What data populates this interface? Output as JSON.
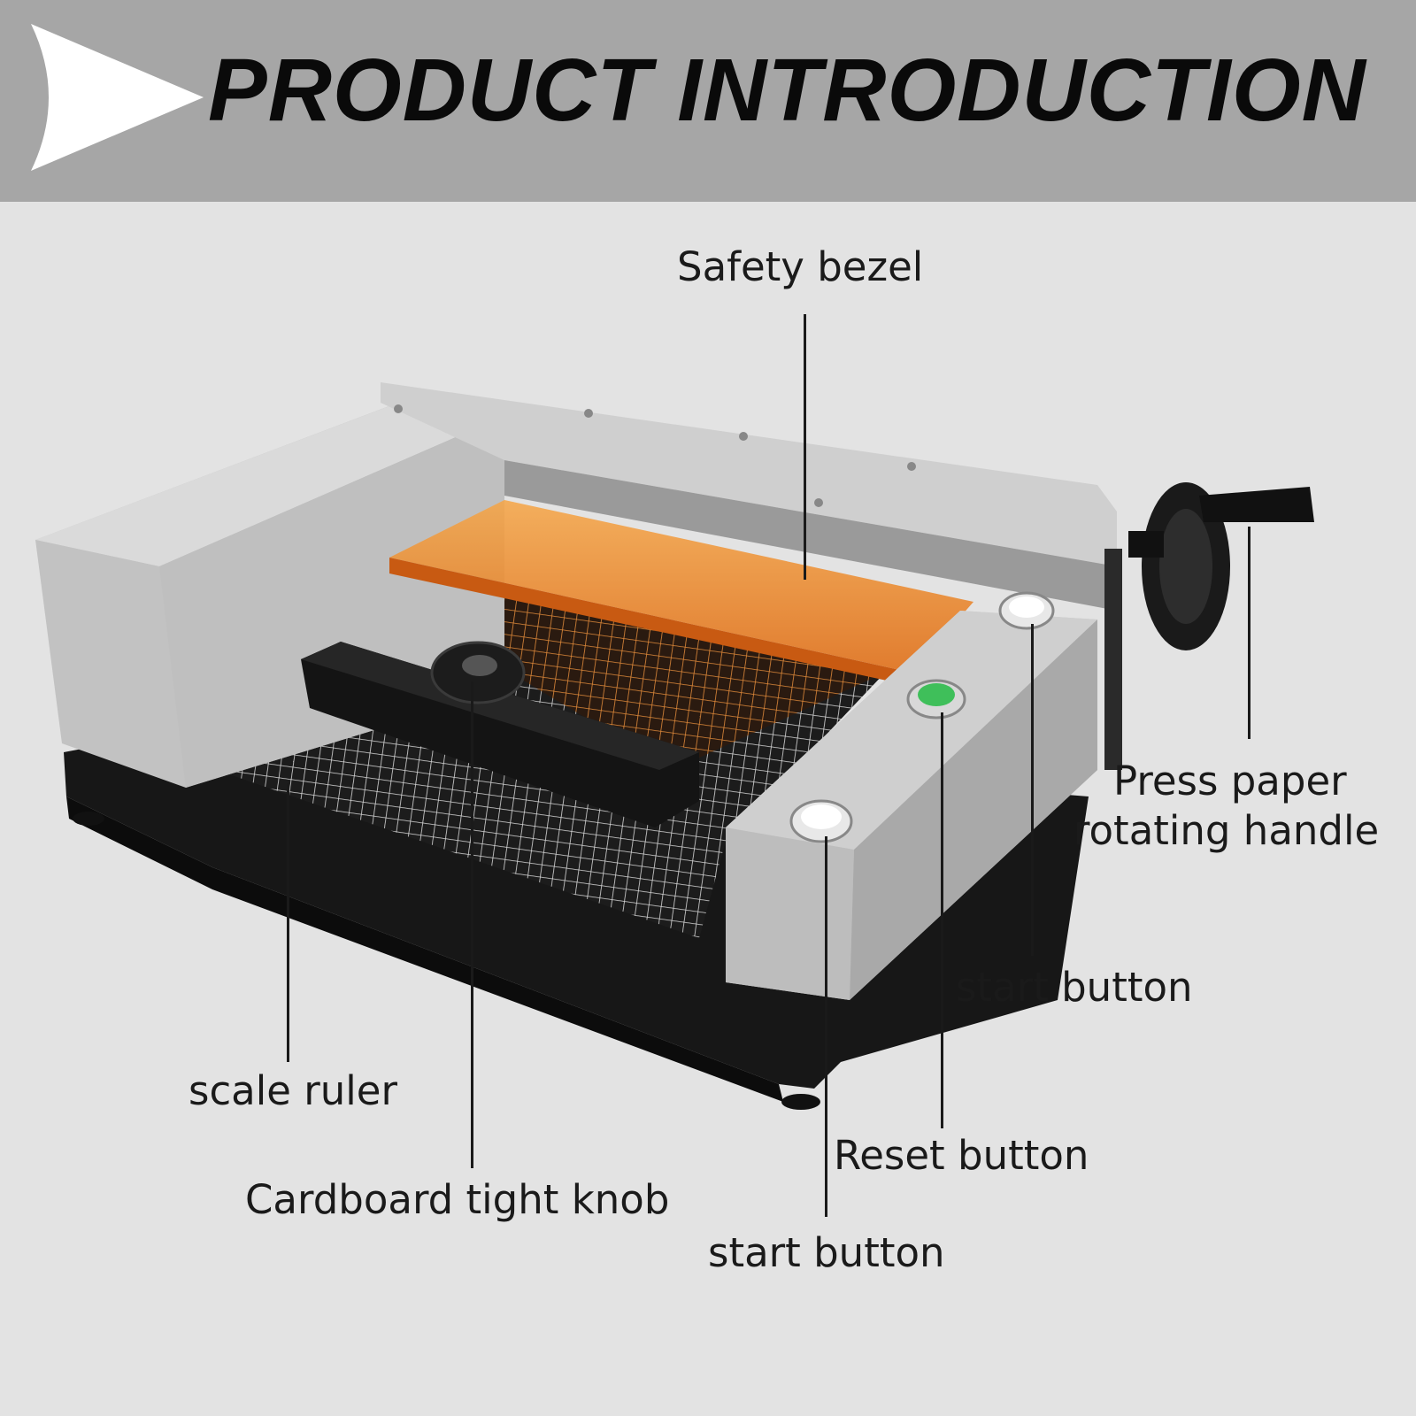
{
  "header": {
    "title": "PRODUCT INTRODUCTION",
    "arrow_icon": "chevron-arrow-right",
    "background": "#a6a6a6",
    "arrow_color": "#ffffff"
  },
  "product": {
    "callouts": {
      "safety_bezel": "Safety bezel",
      "press_paper_handle_line1": "Press paper",
      "press_paper_handle_line2": "rotating handle",
      "start_button_upper": "start button",
      "scale_ruler": "scale ruler",
      "reset_button": "Reset button",
      "cardboard_knob": "Cardboard tight knob",
      "start_button_lower": "start button"
    },
    "reset_button_color": "#3fbf5a",
    "bezel_color": "#f08a2a"
  }
}
